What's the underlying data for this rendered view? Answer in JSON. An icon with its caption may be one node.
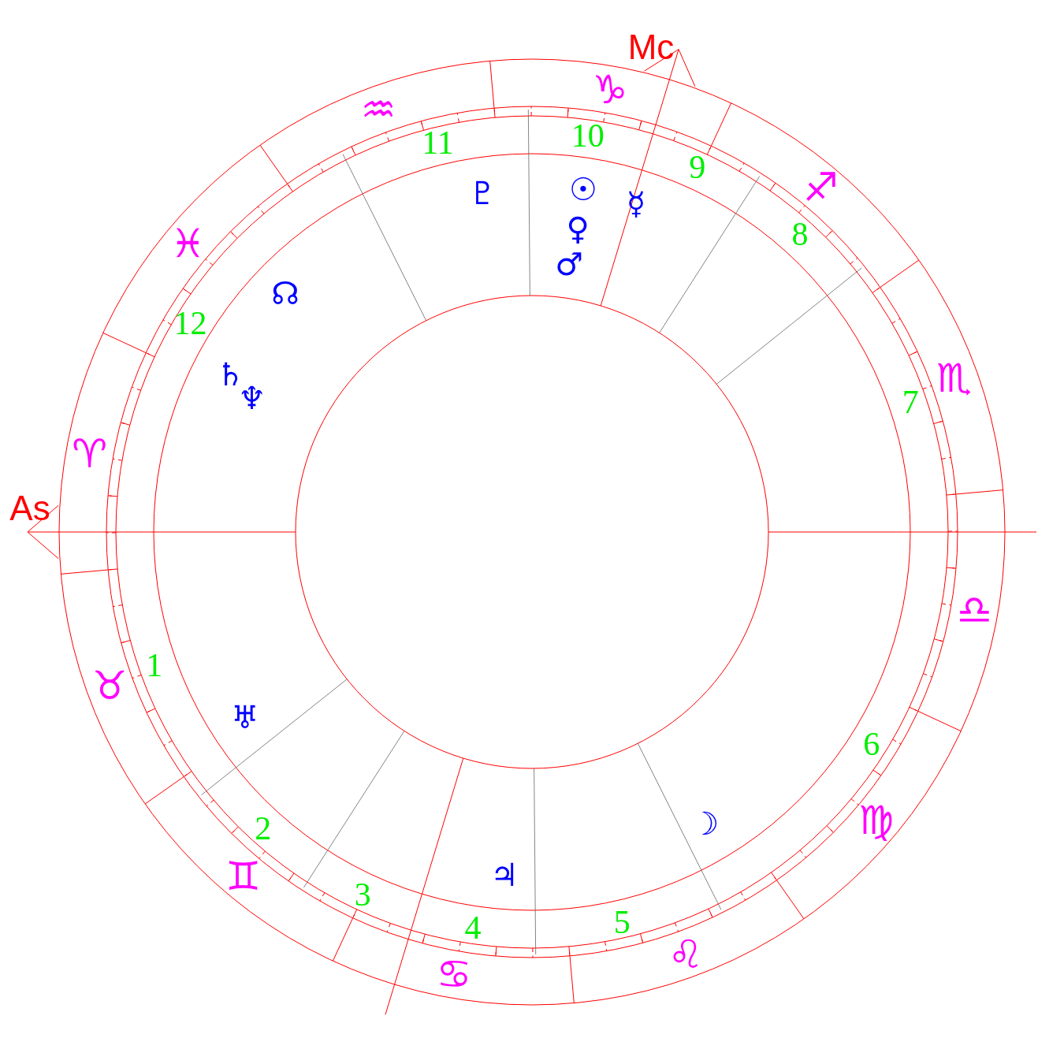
{
  "diagram": {
    "labels": [
      "Mc",
      "As",
      "♈",
      "♉",
      "♊",
      "♋",
      "♌",
      "♍",
      "♎",
      "♏",
      "♐",
      "♑",
      "♒",
      "♓",
      "1",
      "2",
      "3",
      "4",
      "5",
      "6",
      "7",
      "8",
      "9",
      "10",
      "11",
      "12",
      "♇",
      "☉",
      "☿",
      "♀",
      "♂",
      "☊",
      "♄",
      "♆",
      "♅",
      "☽",
      "♃"
    ]
  }
}
